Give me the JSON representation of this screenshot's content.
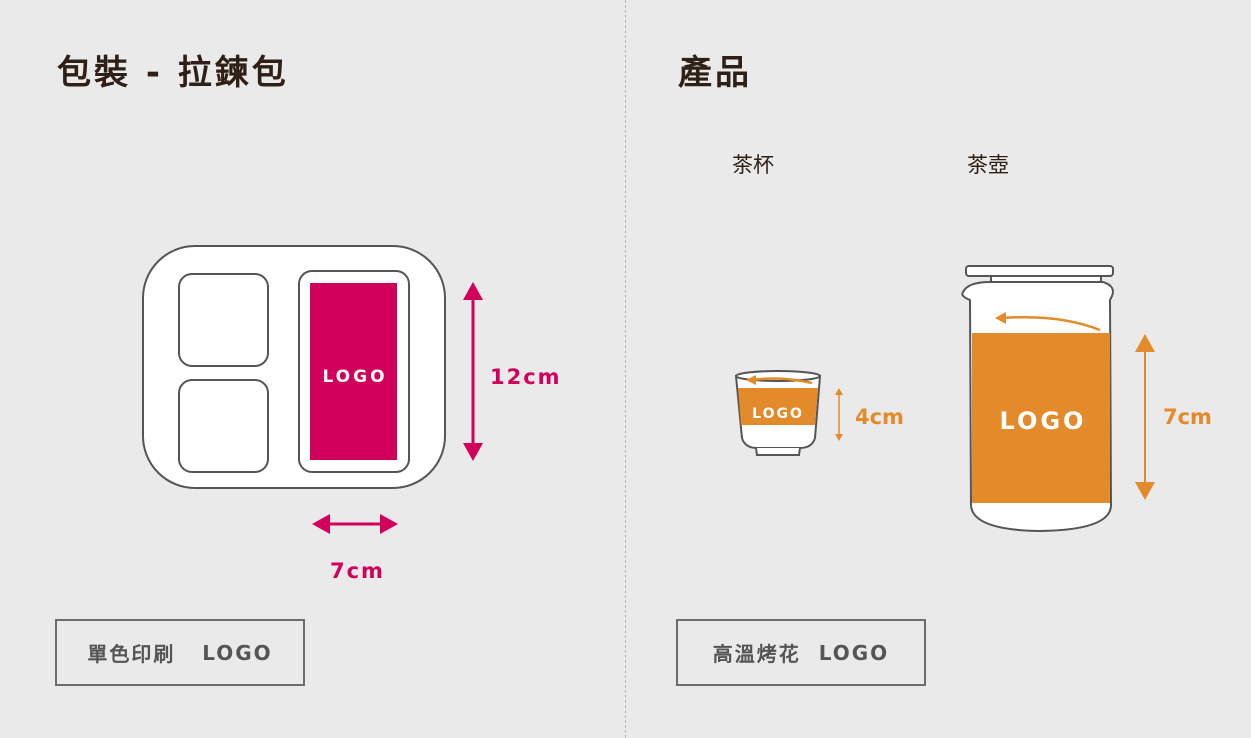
{
  "left": {
    "title": "包裝 - 拉鍊包",
    "logo_text": "LOGO",
    "height_label": "12cm",
    "width_label": "7cm",
    "method": {
      "name": "單色印刷",
      "logo": "LOGO"
    },
    "accent_color": "#d1005b"
  },
  "right": {
    "title": "產品",
    "cup": {
      "label": "茶杯",
      "logo_text": "LOGO",
      "size_label": "4cm"
    },
    "pot": {
      "label": "茶壺",
      "logo_text": "LOGO",
      "size_label": "7cm"
    },
    "method": {
      "name": "高溫烤花",
      "logo": "LOGO"
    },
    "accent_color": "#e38b2a"
  }
}
